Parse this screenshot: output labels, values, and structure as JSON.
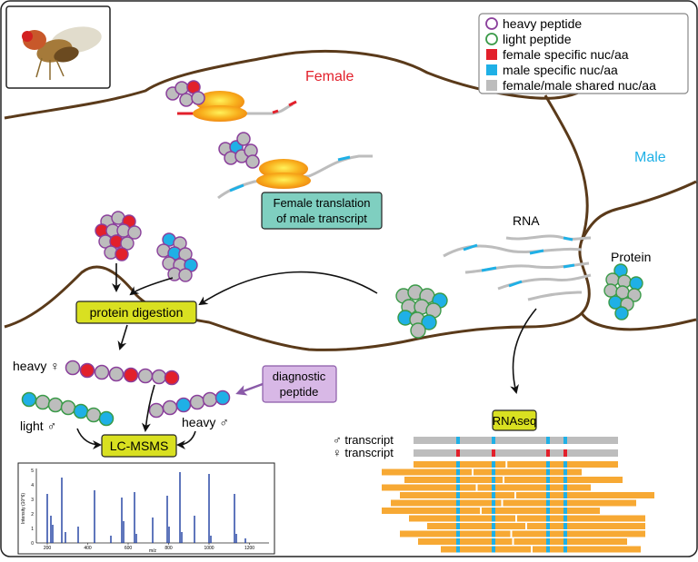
{
  "labels": {
    "female": "Female",
    "male": "Male",
    "female_translation_line1": "Female translation",
    "female_translation_line2": "of male transcript",
    "rna": "RNA",
    "protein": "Protein",
    "protein_digestion": "protein digestion",
    "heavy_female": "heavy ♀",
    "light_male": "light ♂",
    "heavy_male": "heavy ♂",
    "diagnostic_line1": "diagnostic",
    "diagnostic_line2": "peptide",
    "lcmsms": "LC-MSMS",
    "rnaseq": "RNAseq",
    "male_transcript": "♂ transcript",
    "female_transcript": "♀ transcript"
  },
  "legend": {
    "items": [
      {
        "label": "heavy peptide",
        "symbol": "circle",
        "color": "#8a3f9b"
      },
      {
        "label": "light peptide",
        "symbol": "circle",
        "color": "#3a9a48"
      },
      {
        "label": "female specific nuc/aa",
        "symbol": "square",
        "color": "#e2202b"
      },
      {
        "label": "male specific nuc/aa",
        "symbol": "square",
        "color": "#1fb0e6"
      },
      {
        "label": "female/male shared nuc/aa",
        "symbol": "square",
        "color": "#bdbdbd"
      }
    ]
  },
  "spectrum": {
    "x_ticks": [
      "200",
      "400",
      "600",
      "800",
      "1000",
      "1200"
    ],
    "y_ticks": [
      "0",
      "1",
      "2",
      "3",
      "4",
      "5"
    ],
    "x_label": "m/z",
    "y_label": "Intensity (10^6)"
  },
  "colors": {
    "female": "#e2202b",
    "male": "#1fb0e6",
    "shared": "#bdbdbd",
    "heavy": "#8a3f9b",
    "light": "#3a9a48",
    "fly_outline": "#5a3a1a",
    "yellow_box": "#d9e021",
    "teal_box": "#7fcfc0",
    "purple_box": "#d8b8e6",
    "read": "#f7a934",
    "ribosome": "#f7a21b"
  }
}
